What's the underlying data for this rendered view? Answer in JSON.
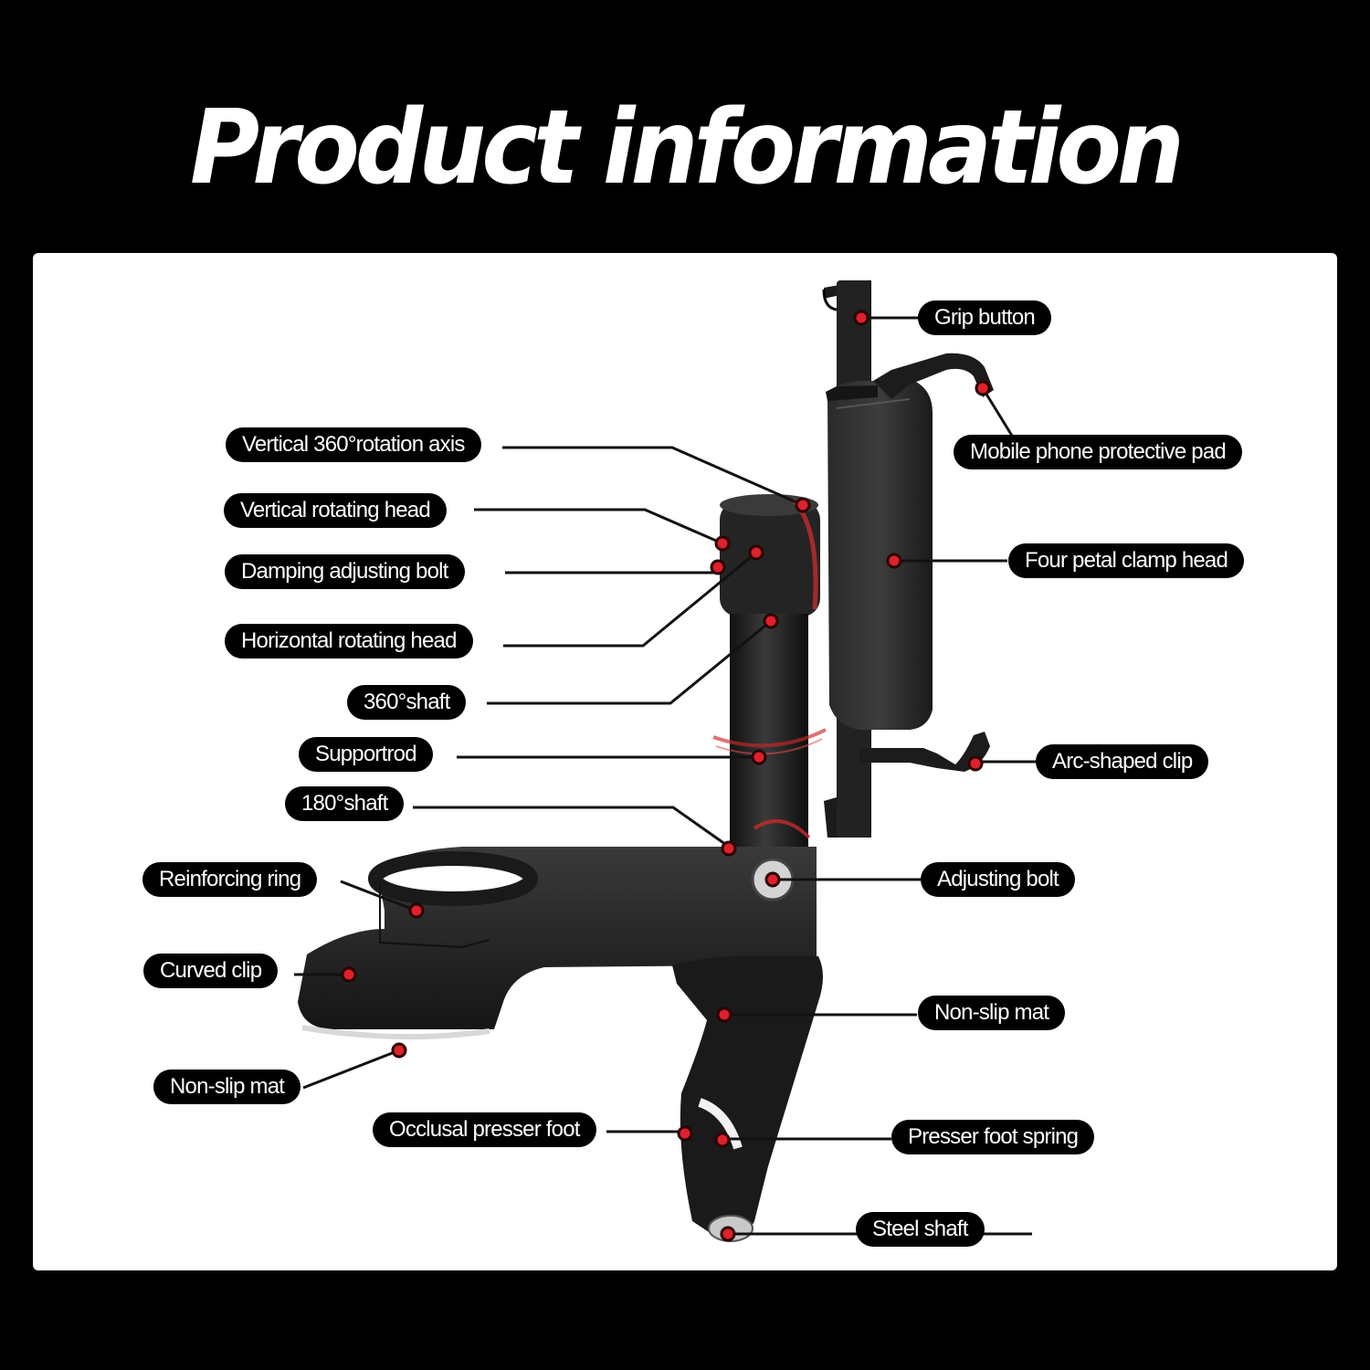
{
  "title": "Product information",
  "colors": {
    "background": "#000000",
    "panel": "#ffffff",
    "label_bg": "#000000",
    "label_text": "#ffffff",
    "marker": "#e0202a"
  },
  "labels": {
    "grip_button": "Grip button",
    "mobile_phone_protective_pad": "Mobile phone protective pad",
    "vertical_360_rotation_axis": "Vertical 360°rotation axis",
    "vertical_rotating_head": "Vertical rotating head",
    "damping_adjusting_bolt": "Damping adjusting bolt",
    "four_petal_clamp_head": "Four petal clamp head",
    "horizontal_rotating_head": "Horizontal rotating head",
    "shaft_360": "360°shaft",
    "supportrod": "Supportrod",
    "arc_shaped_clip": "Arc-shaped clip",
    "shaft_180": "180°shaft",
    "reinforcing_ring": "Reinforcing ring",
    "adjusting_bolt": "Adjusting bolt",
    "curved_clip": "Curved clip",
    "non_slip_mat_right": "Non-slip mat",
    "non_slip_mat_left": "Non-slip mat",
    "occlusal_presser_foot": "Occlusal presser foot",
    "presser_foot_spring": "Presser foot spring",
    "steel_shaft": "Steel shaft"
  }
}
